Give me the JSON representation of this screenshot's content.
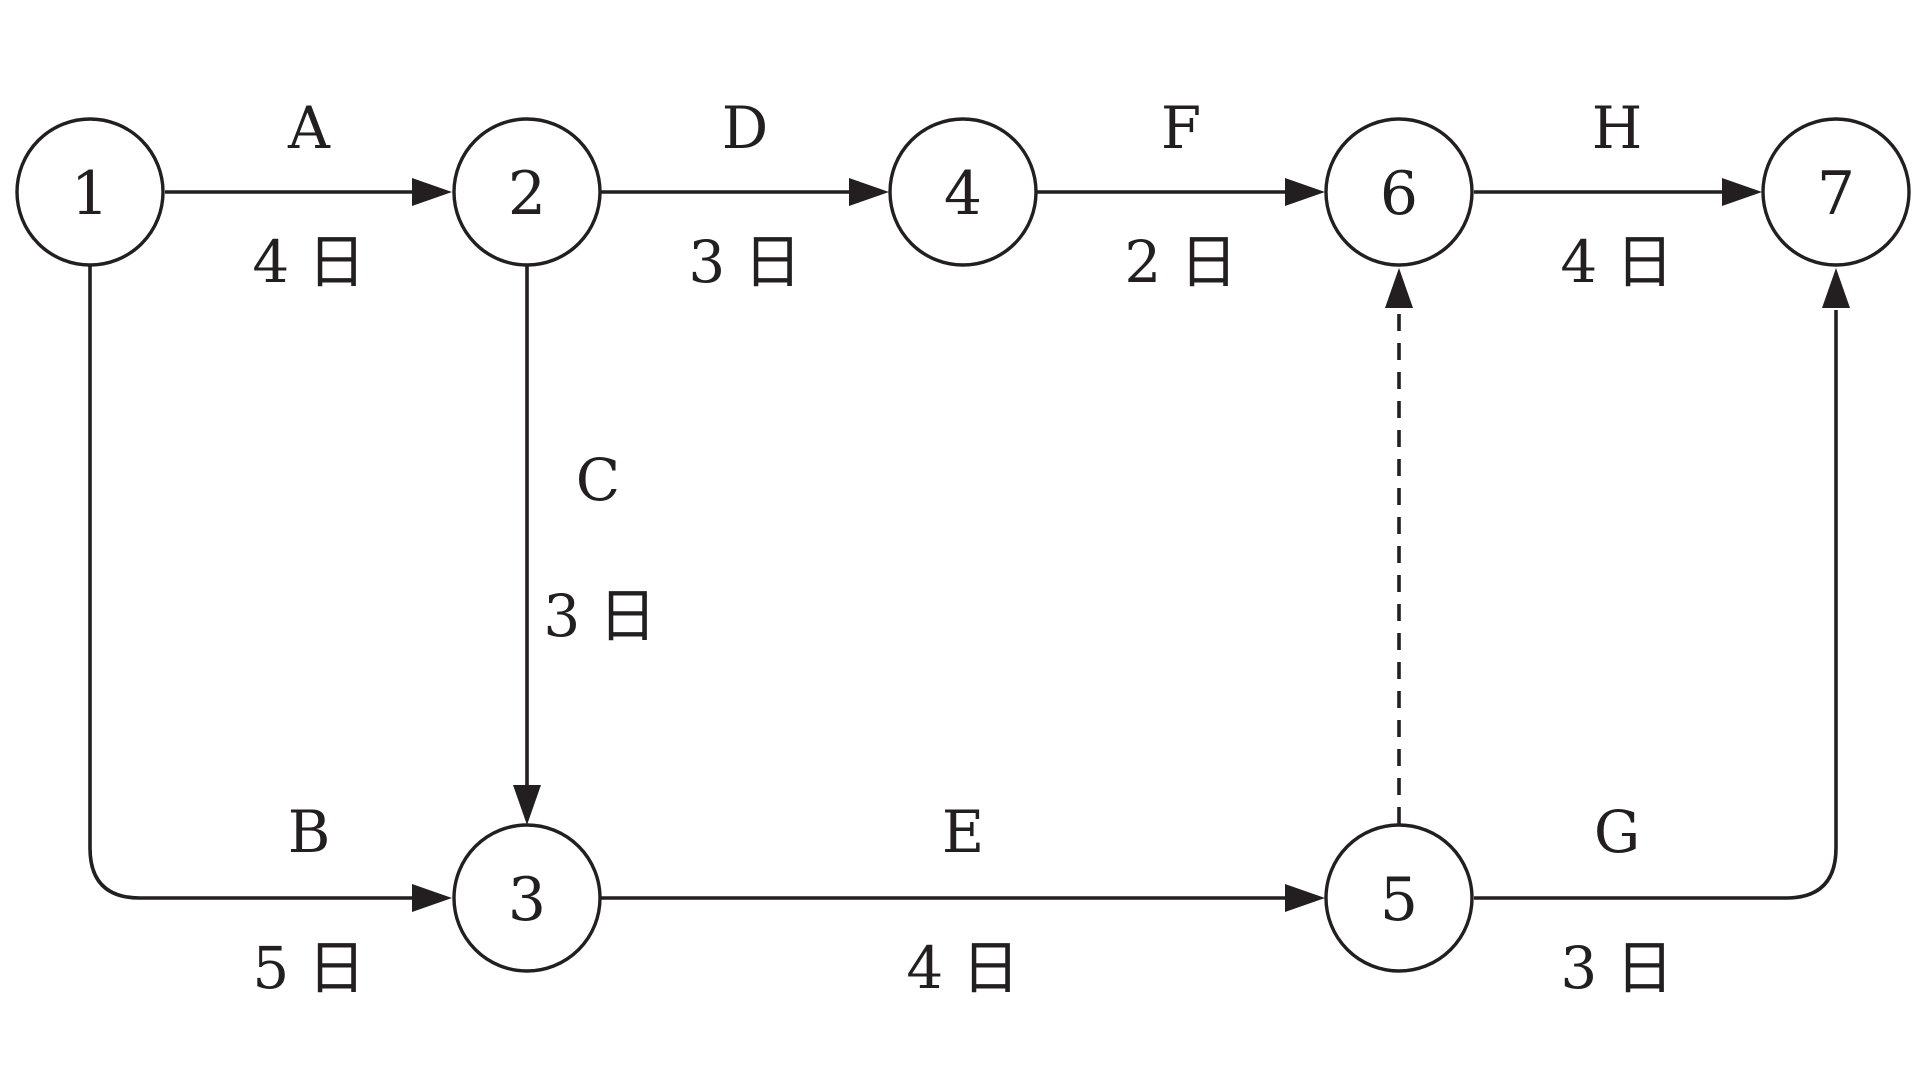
{
  "nodes": [
    {
      "id": "1",
      "label": "1"
    },
    {
      "id": "2",
      "label": "2"
    },
    {
      "id": "3",
      "label": "3"
    },
    {
      "id": "4",
      "label": "4"
    },
    {
      "id": "5",
      "label": "5"
    },
    {
      "id": "6",
      "label": "6"
    },
    {
      "id": "7",
      "label": "7"
    }
  ],
  "activities": [
    {
      "id": "A",
      "from": "1",
      "to": "2",
      "name": "A",
      "duration": "4 日"
    },
    {
      "id": "B",
      "from": "1",
      "to": "3",
      "name": "B",
      "duration": "5 日"
    },
    {
      "id": "C",
      "from": "2",
      "to": "3",
      "name": "C",
      "duration": "3 日"
    },
    {
      "id": "D",
      "from": "2",
      "to": "4",
      "name": "D",
      "duration": "3 日"
    },
    {
      "id": "E",
      "from": "3",
      "to": "5",
      "name": "E",
      "duration": "4 日"
    },
    {
      "id": "F",
      "from": "4",
      "to": "6",
      "name": "F",
      "duration": "2 日"
    },
    {
      "id": "G",
      "from": "5",
      "to": "7",
      "name": "G",
      "duration": "3 日"
    },
    {
      "id": "H",
      "from": "6",
      "to": "7",
      "name": "H",
      "duration": "4 日"
    }
  ],
  "dummy_activities": [
    {
      "from": "5",
      "to": "6",
      "style": "dashed"
    }
  ],
  "colors": {
    "line": "#231f20",
    "background": "#ffffff"
  }
}
